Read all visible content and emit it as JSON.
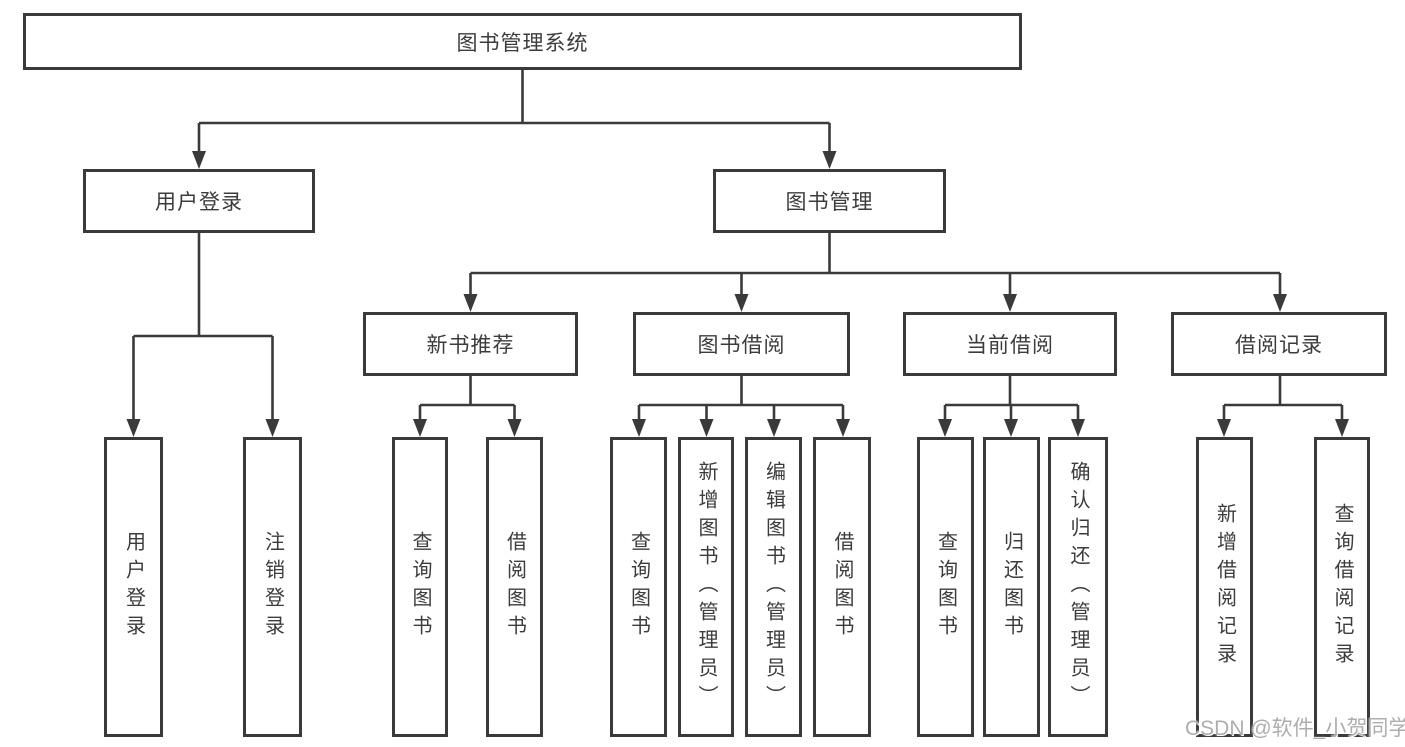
{
  "diagram": {
    "title": "图书管理系统",
    "root": {
      "label": "图书管理系统"
    },
    "level2": [
      {
        "id": "user-login",
        "label": "用户登录"
      },
      {
        "id": "book-management",
        "label": "图书管理"
      }
    ],
    "level3": [
      {
        "id": "new-book-recommend",
        "parent": "book-management",
        "label": "新书推荐"
      },
      {
        "id": "book-borrowing",
        "parent": "book-management",
        "label": "图书借阅"
      },
      {
        "id": "current-borrowing",
        "parent": "book-management",
        "label": "当前借阅"
      },
      {
        "id": "borrowing-records",
        "parent": "book-management",
        "label": "借阅记录"
      }
    ],
    "level4": [
      {
        "id": "user-login-leaf",
        "parent": "user-login",
        "label": "用户登录"
      },
      {
        "id": "logout-leaf",
        "parent": "user-login",
        "label": "注销登录"
      },
      {
        "id": "recommend-query-books",
        "parent": "new-book-recommend",
        "label": "查询图书"
      },
      {
        "id": "recommend-borrow-books",
        "parent": "new-book-recommend",
        "label": "借阅图书"
      },
      {
        "id": "borrowing-query-books",
        "parent": "book-borrowing",
        "label": "查询图书"
      },
      {
        "id": "borrowing-add-books-admin",
        "parent": "book-borrowing",
        "label": "新增图书（管理员）"
      },
      {
        "id": "borrowing-edit-books-admin",
        "parent": "book-borrowing",
        "label": "编辑图书（管理员）"
      },
      {
        "id": "borrowing-borrow-books",
        "parent": "book-borrowing",
        "label": "借阅图书"
      },
      {
        "id": "current-query-books",
        "parent": "current-borrowing",
        "label": "查询图书"
      },
      {
        "id": "current-return-books",
        "parent": "current-borrowing",
        "label": "归还图书"
      },
      {
        "id": "current-confirm-return-admin",
        "parent": "current-borrowing",
        "label": "确认归还（管理员）"
      },
      {
        "id": "records-add-record",
        "parent": "borrowing-records",
        "label": "新增借阅记录"
      },
      {
        "id": "records-query-record",
        "parent": "borrowing-records",
        "label": "查询借阅记录"
      }
    ]
  },
  "watermark": {
    "text": "CSDN @软件_小贺同学"
  },
  "colors": {
    "line": "#3a3a3a",
    "box_border": "#3a3a3a",
    "box_fill": "#ffffff",
    "text": "#3c3c3c",
    "watermark": "#aeaeae",
    "background": "#ffffff"
  }
}
